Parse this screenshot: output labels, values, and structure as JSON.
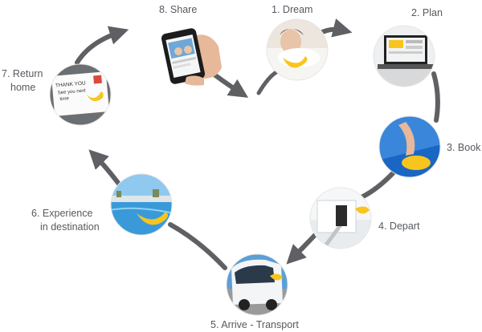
{
  "diagram": {
    "steps": [
      {
        "number": "1.",
        "label": "Dream",
        "photo": "woman-sleeping-on-pillow"
      },
      {
        "number": "2.",
        "label": "Plan",
        "photo": "laptop-with-travel-website"
      },
      {
        "number": "3.",
        "label": "Book",
        "photo": "finger-pressing-smile-button"
      },
      {
        "number": "4.",
        "label": "Depart",
        "photo": "airplane-boarding-stairs"
      },
      {
        "number": "5.",
        "label": "Arrive - Transport",
        "photo": "coach-bus"
      },
      {
        "number": "6.",
        "label": "Experience",
        "label_line2": "in destination",
        "photo": "hotel-swimming-pool"
      },
      {
        "number": "7.",
        "label": "Return",
        "label_line2": "home",
        "photo": "thank-you-postcard"
      },
      {
        "number": "8.",
        "label": "Share",
        "photo": "hand-holding-smartphone"
      }
    ],
    "postcard_text": [
      "THANK YOU",
      "See you next",
      "time"
    ],
    "colors": {
      "arrow": "#5f6063",
      "label": "#555a5f",
      "brand_smile": "#f7c51e",
      "pool": "#3a9ad9",
      "sky": "#8fc9ef"
    }
  }
}
